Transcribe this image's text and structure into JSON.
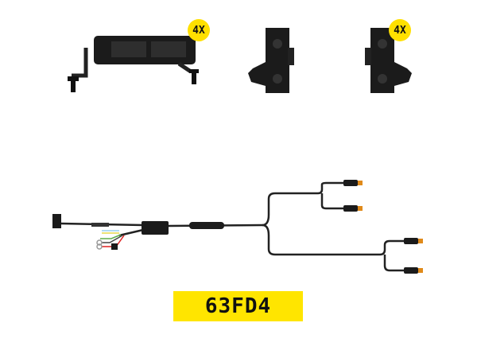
{
  "badges": {
    "lightbar_qty": "4X",
    "bracket_qty": "4X"
  },
  "product_code": "63FD4",
  "colors": {
    "badge": "#ffe000",
    "label": "#ffe500",
    "parts": "#1a1a1a"
  }
}
